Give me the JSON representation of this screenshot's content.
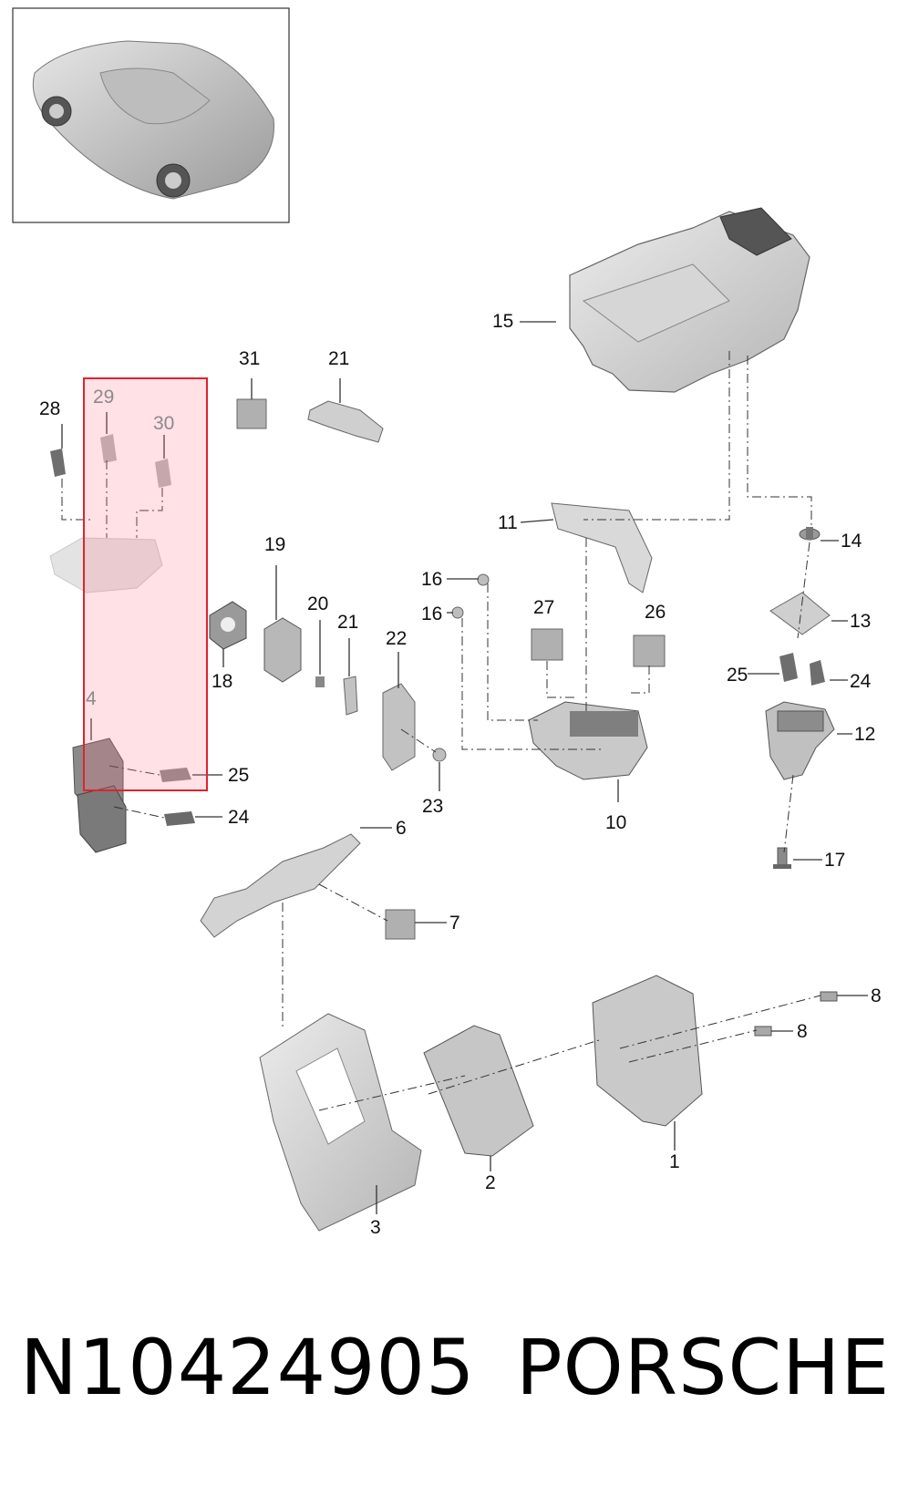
{
  "footer": {
    "part_number": "N10424905",
    "brand": "PORSCHE"
  },
  "highlight": {
    "color": "#e0232d",
    "fill": "rgba(255,120,140,0.22)"
  },
  "callouts": {
    "c1": "1",
    "c2": "2",
    "c3": "3",
    "c4": "4",
    "c6": "6",
    "c7": "7",
    "c8a": "8",
    "c8b": "8",
    "c10": "10",
    "c11": "11",
    "c12": "12",
    "c13": "13",
    "c14": "14",
    "c15": "15",
    "c16a": "16",
    "c16b": "16",
    "c17": "17",
    "c18": "18",
    "c19": "19",
    "c20": "20",
    "c21a": "21",
    "c21b": "21",
    "c22": "22",
    "c23": "23",
    "c24a": "24",
    "c24b": "24",
    "c25a": "25",
    "c25b": "25",
    "c26": "26",
    "c27": "27",
    "c28": "28",
    "c29": "29",
    "c30": "30",
    "c31": "31"
  }
}
